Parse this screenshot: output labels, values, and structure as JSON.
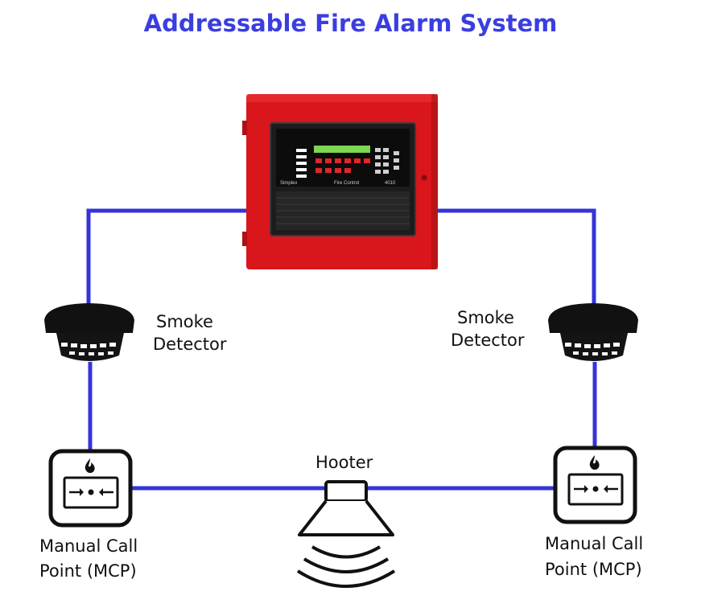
{
  "title": "Addressable Fire Alarm System",
  "colors": {
    "title": "#3a3ee0",
    "wire": "#3434d8",
    "panel_red": "#d8161b",
    "detector_black": "#111111",
    "text": "#111111"
  },
  "panel": {
    "icon": "fire-alarm-control-panel",
    "brand": "Simplex",
    "caption": "Fire Control",
    "model": "4010"
  },
  "devices": {
    "smoke_left": {
      "icon": "smoke-detector",
      "label_line1": "Smoke",
      "label_line2": "Detector"
    },
    "smoke_right": {
      "icon": "smoke-detector",
      "label_line1": "Smoke",
      "label_line2": "Detector"
    },
    "mcp_left": {
      "icon": "manual-call-point",
      "label_line1": "Manual Call",
      "label_line2": "Point (MCP)"
    },
    "mcp_right": {
      "icon": "manual-call-point",
      "label_line1": "Manual Call",
      "label_line2": "Point (MCP)"
    },
    "hooter": {
      "icon": "hooter-siren",
      "label": "Hooter"
    }
  }
}
